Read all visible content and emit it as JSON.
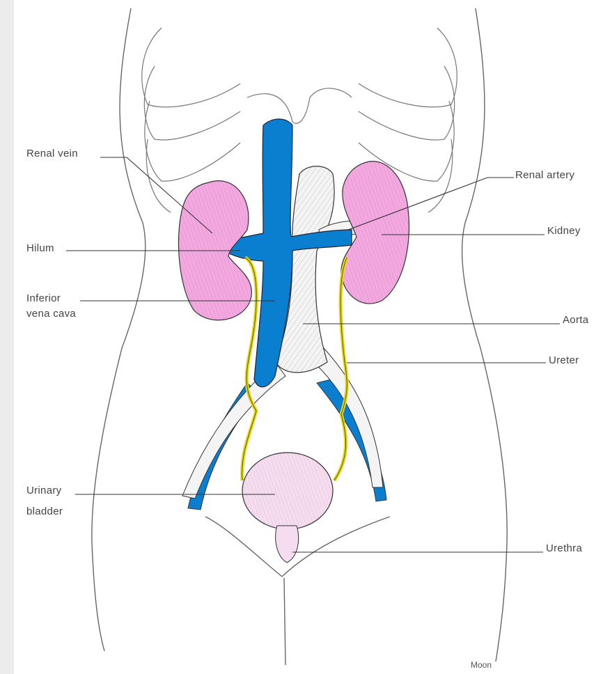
{
  "labels": {
    "renal_vein": "Renal vein",
    "hilum": "Hilum",
    "inferior_vena_cava_line1": "Inferior",
    "inferior_vena_cava_line2": "vena cava",
    "urinary_bladder_line1": "Urinary",
    "urinary_bladder_line2": "bladder",
    "renal_artery": "Renal artery",
    "kidney": "Kidney",
    "aorta": "Aorta",
    "ureter": "Ureter",
    "urethra": "Urethra"
  },
  "credit": "Moon",
  "colors": {
    "vein": "#0a7fd0",
    "kidney": "#f3a8e0",
    "bladder": "#f5dcef",
    "ureter": "#f2e62a",
    "aorta": "#f4f4f4",
    "outline": "#555555"
  }
}
